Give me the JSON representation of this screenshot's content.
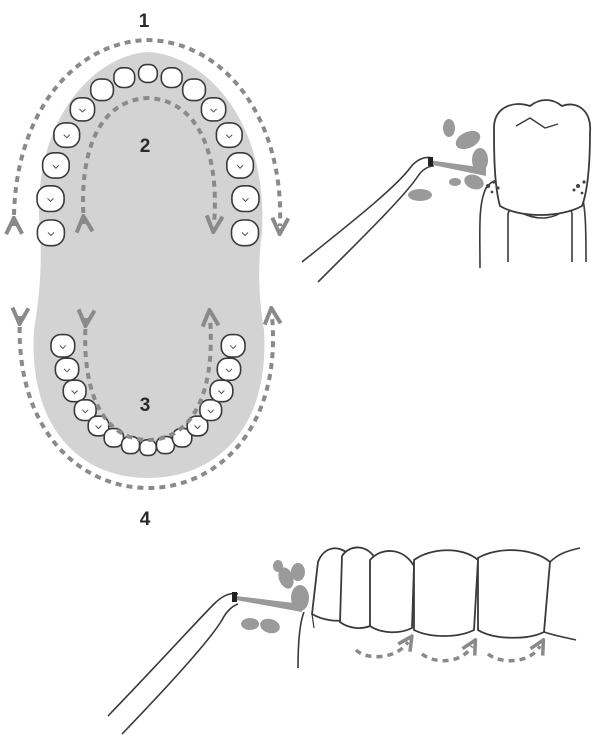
{
  "labels": {
    "path_1": "1",
    "path_2": "2",
    "path_3": "3",
    "path_4": "4"
  },
  "colors": {
    "outline": "#3a3a3a",
    "palate": "#d3d3d3",
    "tooth_fill": "#ffffff",
    "arrow": "#8a8a8a",
    "water_jet": "#9a9a9a"
  },
  "icons": {
    "jaw": "dental-arch-diagram",
    "irrigator": "water-flosser-tip",
    "molar": "single-molar-closeup",
    "teeth_row": "side-view-teeth-row"
  }
}
